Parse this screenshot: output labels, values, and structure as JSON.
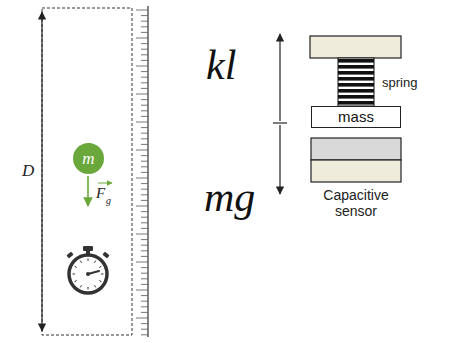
{
  "diagram": {
    "nodes": [
      {
        "text": [
          "m"
        ]
      },
      {
        "text": [
          "mass"
        ]
      },
      {
        "text": [
          "Capacitive sensor"
        ]
      }
    ],
    "labels": [
      "D",
      "F",
      "g",
      "kl",
      "mg",
      "spring"
    ]
  }
}
